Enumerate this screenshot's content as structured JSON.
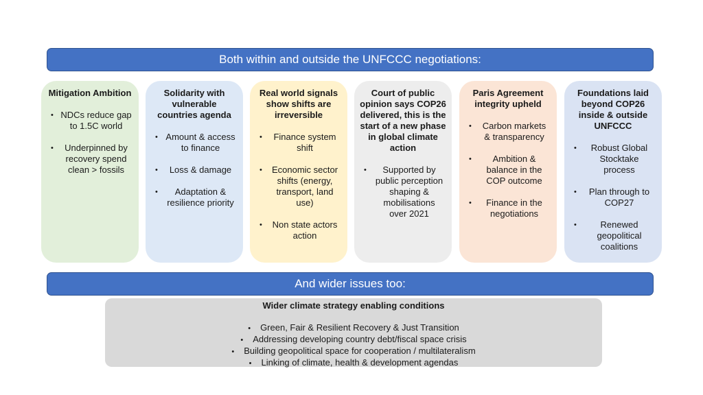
{
  "top_banner": "Both within and outside the UNFCCC negotiations:",
  "bottom_banner": "And wider issues too:",
  "cards": [
    {
      "title": "Mitigation Ambition",
      "color": "#e2efda",
      "items": [
        "NDCs reduce gap to 1.5C world",
        "Underpinned by recovery spend clean > fossils"
      ]
    },
    {
      "title": "Solidarity with vulnerable countries agenda",
      "color": "#dde8f6",
      "items": [
        "Amount & access to finance",
        "Loss & damage",
        "Adaptation & resilience priority"
      ]
    },
    {
      "title": "Real world signals show shifts are irreversible",
      "color": "#fff2cc",
      "items": [
        "Finance system shift",
        "Economic sector shifts (energy, transport, land use)",
        "Non state actors action"
      ]
    },
    {
      "title": "Court of public opinion says COP26 delivered, this is the start of a new phase in global climate action",
      "color": "#ededed",
      "items": [
        "Supported by public perception shaping & mobilisations over 2021"
      ]
    },
    {
      "title": "Paris Agreement integrity upheld",
      "color": "#fbe5d6",
      "items": [
        "Carbon markets & transparency",
        "Ambition & balance in the COP outcome",
        "Finance in the negotiations"
      ]
    },
    {
      "title": "Foundations laid beyond COP26 inside & outside UNFCCC",
      "color": "#dae3f3",
      "items": [
        "Robust Global Stocktake process",
        "Plan through to COP27",
        "Renewed geopolitical coalitions"
      ]
    }
  ],
  "wider": {
    "title": "Wider climate strategy enabling conditions",
    "items": [
      "Green, Fair & Resilient Recovery & Just Transition",
      "Addressing developing country debt/fiscal space crisis",
      "Building geopolitical space for cooperation / multilateralism",
      "Linking of climate, health & development agendas"
    ]
  }
}
